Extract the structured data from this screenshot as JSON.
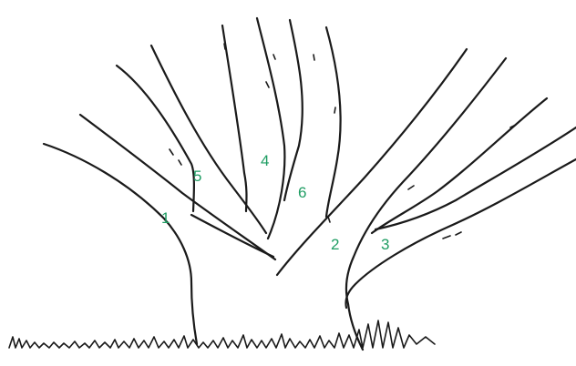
{
  "diagram": {
    "label_color": "#1f9d63",
    "line_color": "#1a1a1a",
    "background": "#ffffff",
    "branch_labels": [
      "1",
      "2",
      "3",
      "4",
      "5",
      "6"
    ]
  }
}
